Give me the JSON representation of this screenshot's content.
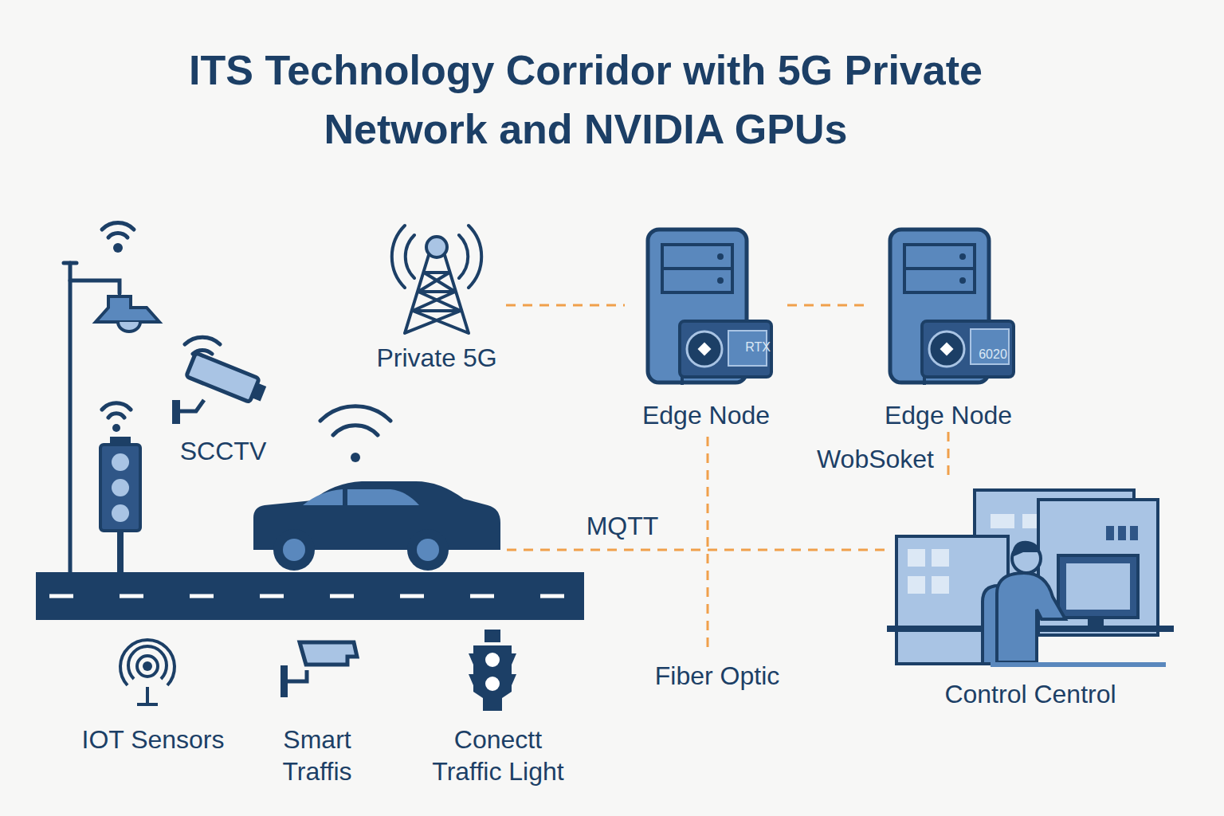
{
  "diagram": {
    "title": "ITS Technology Corridor with 5G Private Network and NVIDIA GPUs",
    "nodes": [
      {
        "text": [
          "Private 5G"
        ]
      },
      {
        "text": [
          "Edge Node"
        ]
      },
      {
        "text": [
          "Edge Node"
        ]
      },
      {
        "text": [
          "Control Centrol"
        ]
      }
    ],
    "edges": [
      {
        "from": 0,
        "to": 1,
        "arrow": "none"
      },
      {
        "from": 1,
        "to": 2,
        "arrow": "none"
      },
      {
        "from": 2,
        "to": 3,
        "label": "WobSoket",
        "arrow": "none"
      }
    ],
    "labels": [
      "SCCTV",
      "IOT Sensors",
      "Smart Traffis",
      "Conectt Traffic Light",
      "MQTT",
      "Fiber Optic",
      "RTX",
      "6020"
    ]
  }
}
